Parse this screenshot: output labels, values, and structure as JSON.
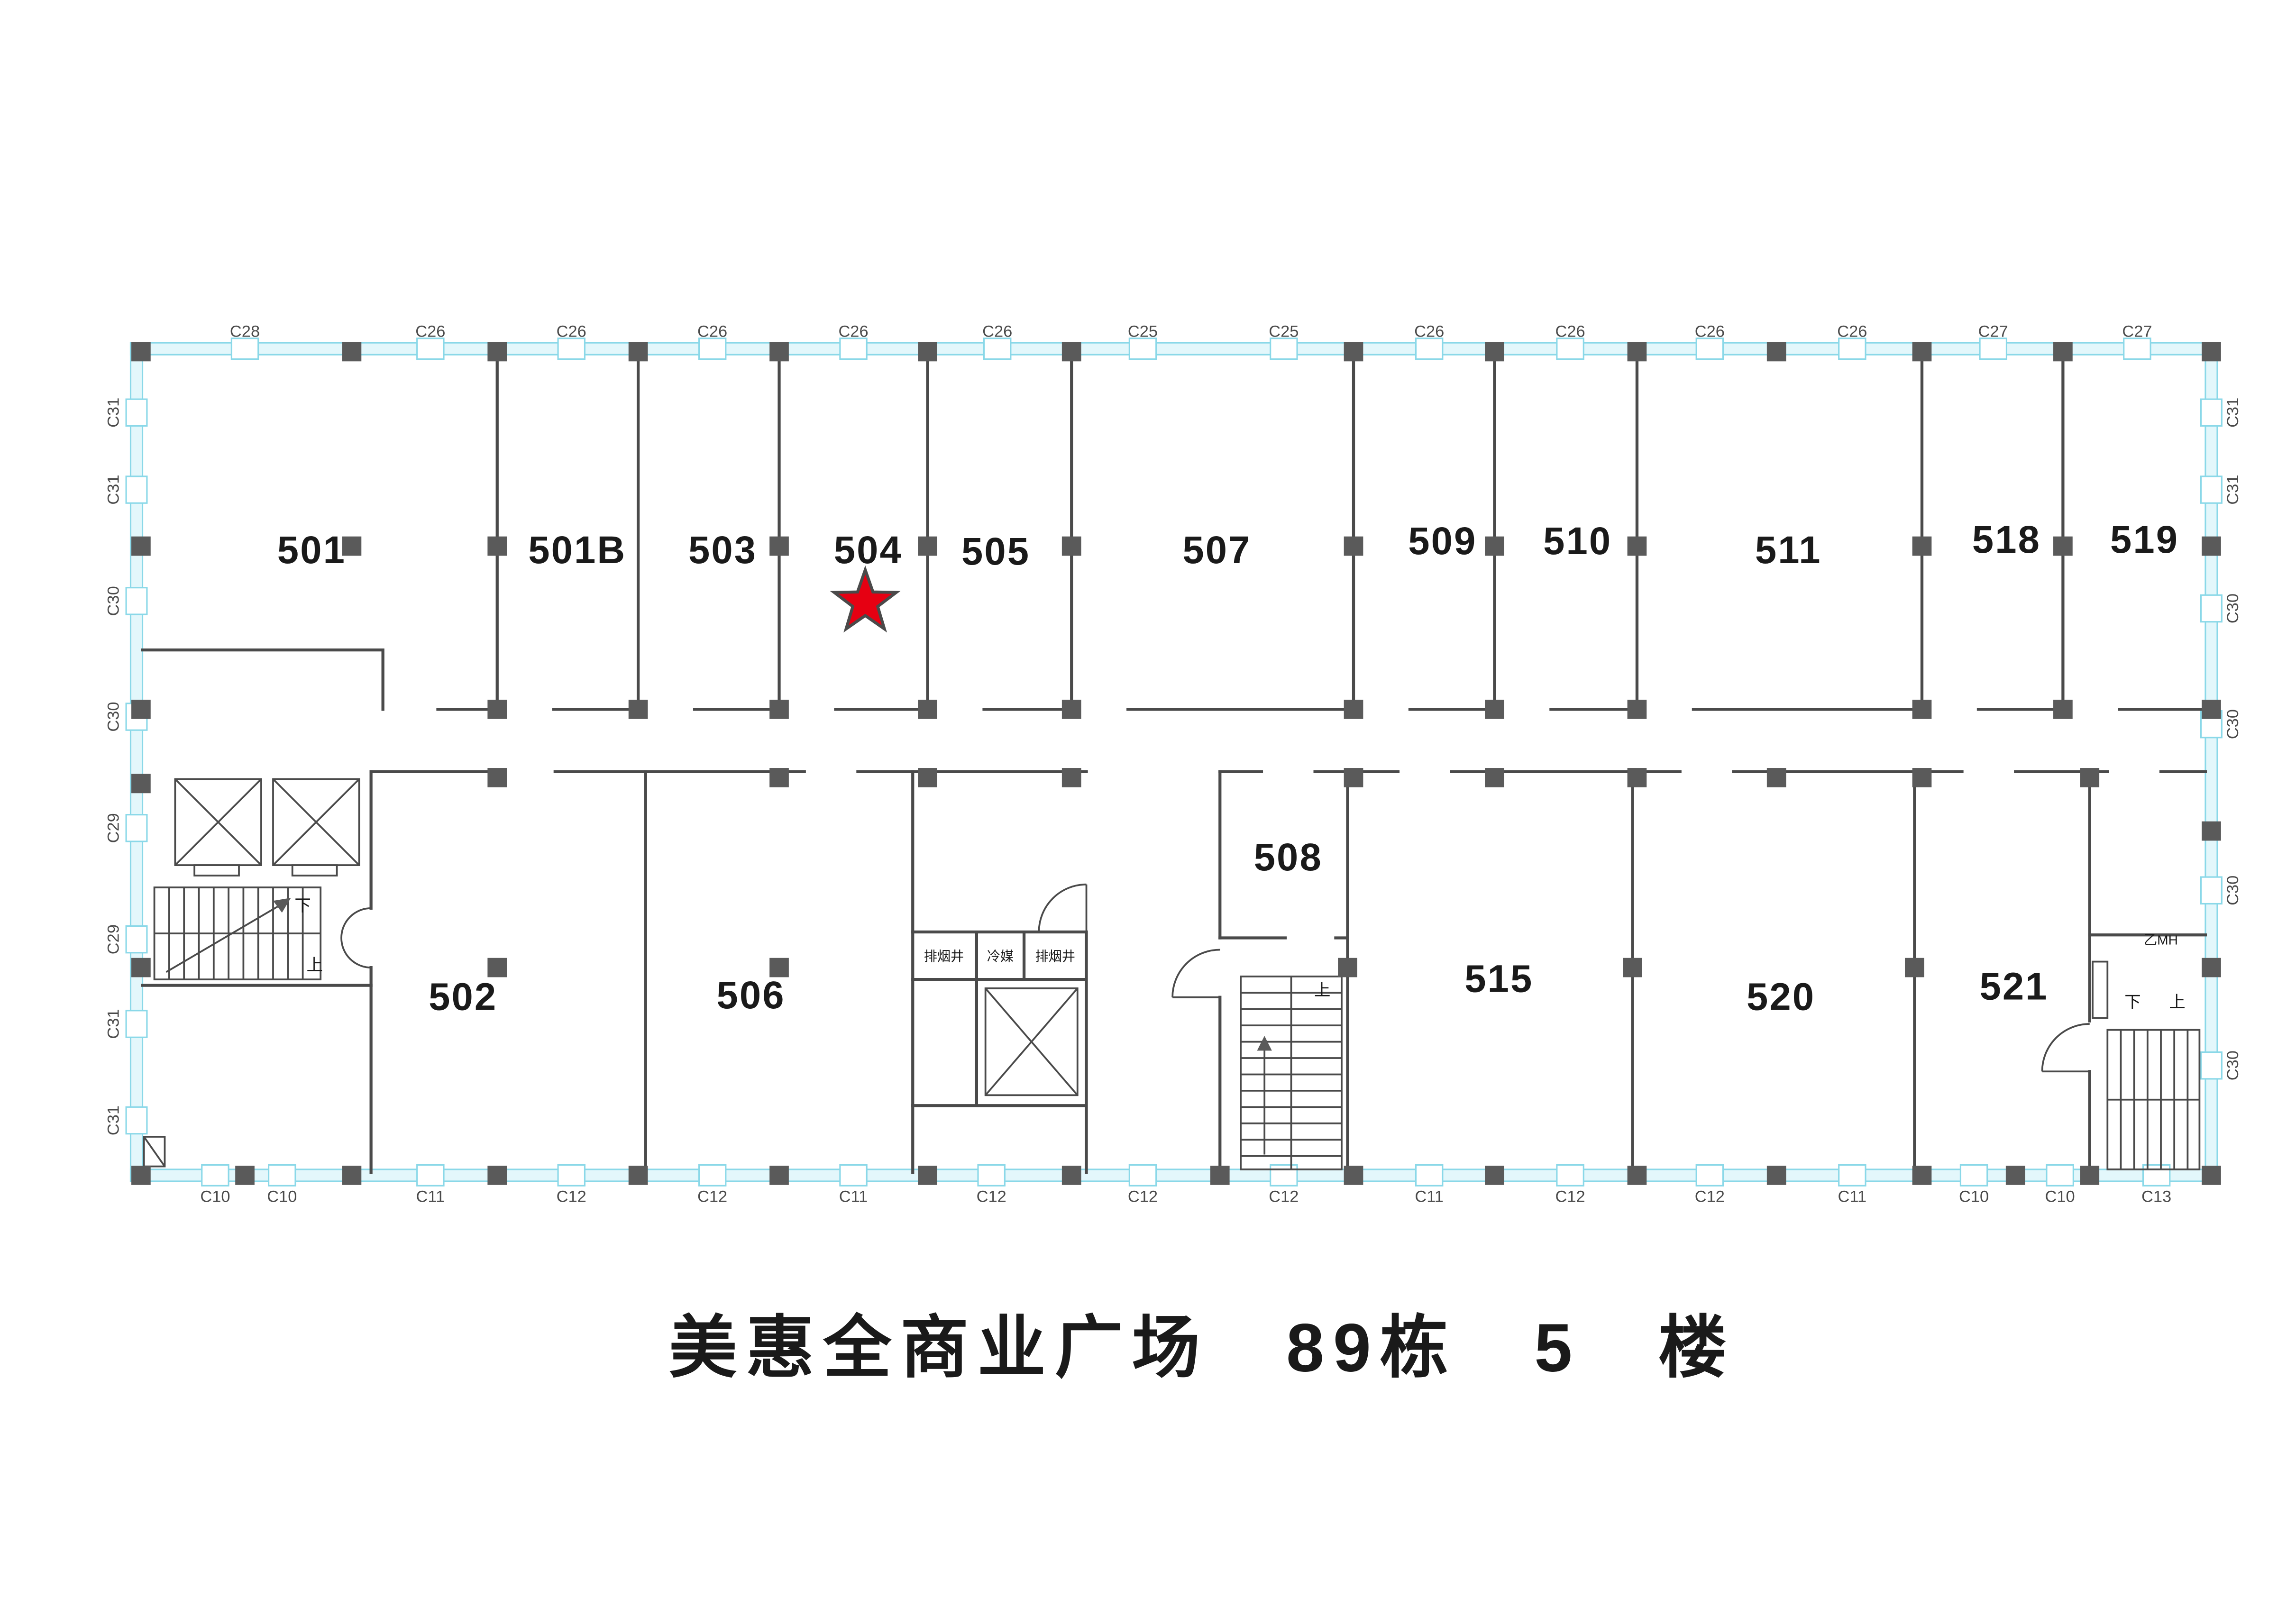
{
  "title": "美惠全商业广场　89栋　5　楼",
  "rooms": [
    {
      "label": "501"
    },
    {
      "label": "501B"
    },
    {
      "label": "503"
    },
    {
      "label": "504"
    },
    {
      "label": "505"
    },
    {
      "label": "507"
    },
    {
      "label": "509"
    },
    {
      "label": "510"
    },
    {
      "label": "511"
    },
    {
      "label": "518"
    },
    {
      "label": "519"
    },
    {
      "label": "502"
    },
    {
      "label": "506"
    },
    {
      "label": "508"
    },
    {
      "label": "515"
    },
    {
      "label": "520"
    },
    {
      "label": "521"
    }
  ],
  "star_marker": {
    "room": "504"
  },
  "shafts": [
    {
      "label": "排烟井"
    },
    {
      "label": "冷媒"
    },
    {
      "label": "排烟井"
    }
  ],
  "stair_labels": {
    "left_down": "下",
    "left_up": "上",
    "mid_up": "上",
    "right_down": "下",
    "right_up": "上"
  },
  "fixture_tag": "乙MH",
  "grid": {
    "top": [
      "C28",
      "C26",
      "C26",
      "C26",
      "C26",
      "C26",
      "C25",
      "C25",
      "C26",
      "C26",
      "C26",
      "C26",
      "C27",
      "C27"
    ],
    "bottom": [
      "C10",
      "C10",
      "C11",
      "C12",
      "C12",
      "C11",
      "C12",
      "C12",
      "C12",
      "C11",
      "C12",
      "C12",
      "C11",
      "C10",
      "C10",
      "C13"
    ],
    "left": [
      "C31",
      "C31",
      "C30",
      "C30",
      "C29",
      "C29",
      "C31",
      "C31"
    ],
    "right": [
      "C31",
      "C31",
      "C30",
      "C30",
      "C30",
      "C30"
    ]
  },
  "colors": {
    "wall_band": "#e3f7fb",
    "wall_band_edge": "#8ad8e8",
    "line": "#4a4a4a",
    "column": "#5a5a5a",
    "star": "#e60012",
    "text": "#1a1a1a"
  }
}
